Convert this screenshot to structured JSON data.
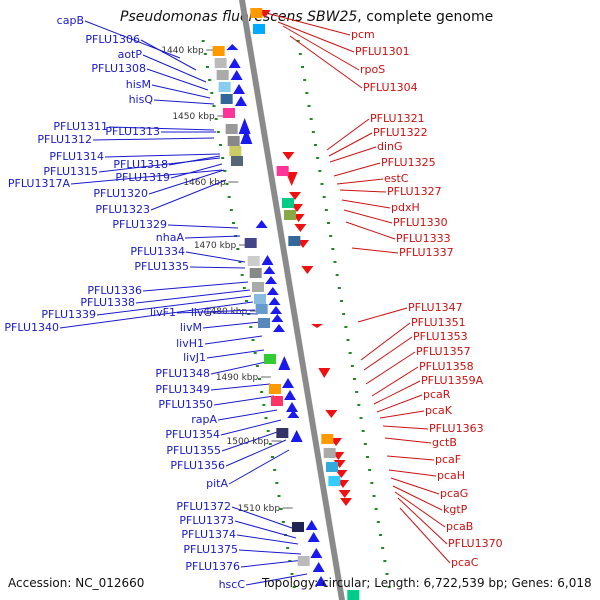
{
  "title": {
    "species": "Pseudomonas fluorescens SBW25",
    "rest": ", complete genome"
  },
  "accession": "Accession: NC_012660",
  "topology_info": "Topology: circular; Length: 6,722,539 bp; Genes: 6,018",
  "colors": {
    "left_label": "#1a1acc",
    "right_label": "#cc1111",
    "forward_gene": "#1a1aee",
    "reverse_gene": "#ee1111",
    "backbone": "#8a8a8a",
    "tick": "#228822"
  },
  "kbp_markers": [
    "1440 kbp",
    "1450 kbp",
    "1460 kbp",
    "1470 kbp",
    "1480 kbp",
    "1490 kbp",
    "1500 kbp",
    "1510 kbp"
  ],
  "left_labels": [
    "capB",
    "PFLU1306",
    "aotP",
    "PFLU1308",
    "hisM",
    "hisQ",
    "PFLU1311",
    "PFLU1312",
    "PFLU1313",
    "PFLU1314",
    "PFLU1315",
    "PFLU1317A",
    "PFLU1318",
    "PFLU1319",
    "PFLU1320",
    "PFLU1323",
    "PFLU1329",
    "nhaA",
    "PFLU1334",
    "PFLU1335",
    "PFLU1336",
    "PFLU1338",
    "PFLU1339",
    "PFLU1340",
    "livF1",
    "livG",
    "livM",
    "livH1",
    "livJ1",
    "PFLU1348",
    "PFLU1349",
    "PFLU1350",
    "rapA",
    "PFLU1354",
    "PFLU1355",
    "PFLU1356",
    "pitA",
    "PFLU1372",
    "PFLU1373",
    "PFLU1374",
    "PFLU1375",
    "PFLU1376",
    "hscC"
  ],
  "right_labels": [
    "pcm",
    "PFLU1301",
    "rpoS",
    "PFLU1304",
    "PFLU1321",
    "PFLU1322",
    "dinG",
    "PFLU1325",
    "estC",
    "PFLU1327",
    "pdxH",
    "PFLU1330",
    "PFLU1333",
    "PFLU1337",
    "PFLU1347",
    "PFLU1351",
    "PFLU1353",
    "PFLU1357",
    "PFLU1358",
    "PFLU1359A",
    "pcaR",
    "pcaK",
    "PFLU1363",
    "gctB",
    "pcaF",
    "pcaH",
    "pcaG",
    "kgtP",
    "pcaB",
    "PFLU1370",
    "pcaC"
  ]
}
